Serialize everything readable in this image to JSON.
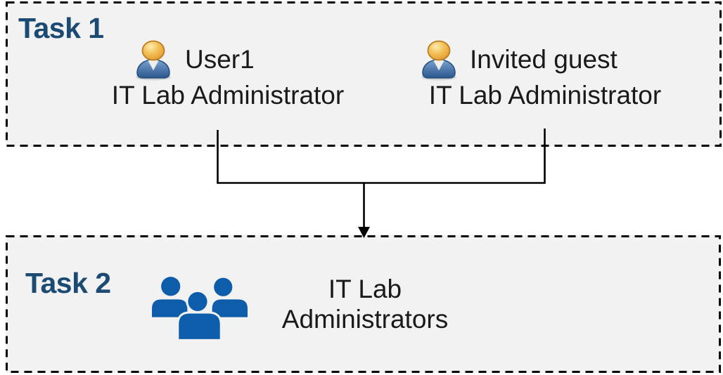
{
  "task1": {
    "label": "Task 1",
    "users": [
      {
        "name": "User1",
        "role": "IT Lab Administrator",
        "icon": "single-user-icon"
      },
      {
        "name": "Invited guest",
        "role": "IT Lab Administrator",
        "icon": "single-user-icon"
      }
    ]
  },
  "task2": {
    "label": "Task 2",
    "group_name": "IT Lab Administrators",
    "icon": "people-group-icon"
  },
  "connector": {
    "type": "merge-arrow",
    "from": [
      "User1",
      "Invited guest"
    ],
    "to": "IT Lab Administrators"
  },
  "colors": {
    "task_label": "#1B4A73",
    "box_fill": "#F2F2F2",
    "box_border": "#000000",
    "connector_line": "#000000",
    "body_text": "#1A1A1A",
    "group_icon_blue": "#0E5DAB",
    "user_icon_head_gold": "#EFAF3D",
    "user_icon_body_blue": "#3C6EA5"
  }
}
